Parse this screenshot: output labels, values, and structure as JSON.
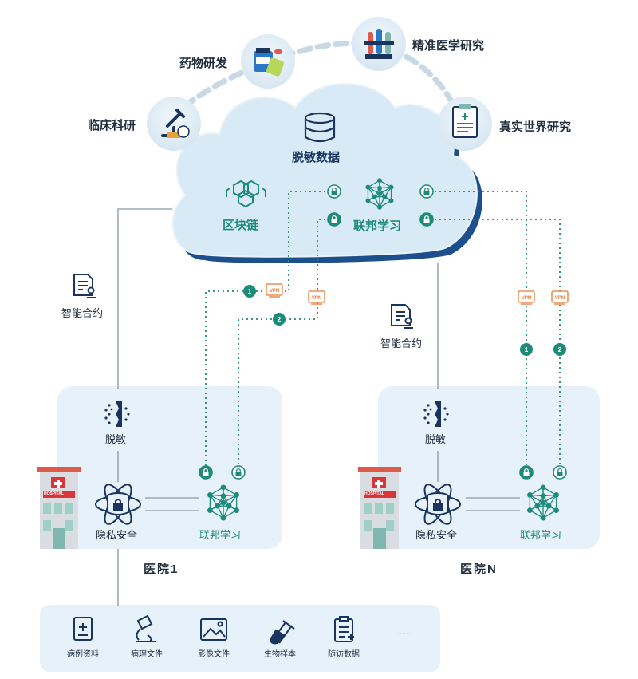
{
  "research": {
    "clinical": "临床科研",
    "drug": "药物研发",
    "precision": "精准医学研究",
    "realworld": "真实世界研究"
  },
  "cloud": {
    "data_label": "脱敏数据",
    "blockchain_label": "区块链",
    "federated_label": "联邦学习"
  },
  "contract": {
    "left": "智能合约",
    "right": "智能合约"
  },
  "vpn": {
    "label": "VPN",
    "step1": "1",
    "step2": "2"
  },
  "hospital1": {
    "desensitize": "脱敏",
    "privacy": "隐私安全",
    "federated": "联邦学习",
    "name": "医院1",
    "sign": "HOSPITAL"
  },
  "hospitalN": {
    "desensitize": "脱敏",
    "privacy": "隐私安全",
    "federated": "联邦学习",
    "name": "医院N",
    "sign": "HOSPITAL"
  },
  "records": {
    "items": [
      "病例资料",
      "病理文件",
      "影像文件",
      "生物样本",
      "随访数据"
    ],
    "more": "......"
  },
  "colors": {
    "navy": "#19355f",
    "teal": "#1e8a7a",
    "cloud_fill": "#d7eaf5",
    "cloud_shadow": "#1d4f8c",
    "panel": "#e6f1fa",
    "vpn_orange": "#e57a32",
    "dash_arc": "#c8d9e6",
    "line_gray": "#9aa9b5"
  }
}
